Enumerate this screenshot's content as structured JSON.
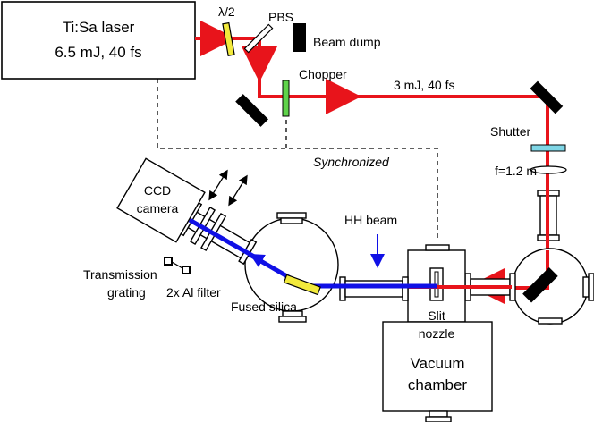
{
  "labels": {
    "laser_line1": "Ti:Sa laser",
    "laser_line2": "6.5 mJ,  40 fs",
    "half_wave": "λ/2",
    "pbs": "PBS",
    "beam_dump": "Beam dump",
    "chopper": "Chopper",
    "beam_energy": "3 mJ, 40 fs",
    "shutter": "Shutter",
    "synchronized": "Synchronized",
    "focal_length": "f=1.2 m",
    "ccd_line1": "CCD",
    "ccd_line2": "camera",
    "hh_beam": "HH beam",
    "transmission_line1": "Transmission",
    "transmission_line2": "grating",
    "al_filter": "2x Al filter",
    "fused_silica": "Fused silica",
    "slit_line1": "Slit",
    "slit_line2": "nozzle",
    "vacuum_line1": "Vacuum",
    "vacuum_line2": "chamber"
  },
  "colors": {
    "laser_beam": "#e8141b",
    "hh_beam": "#1010e6",
    "waveplate": "#f2ea3c",
    "chopper": "#5fd34a",
    "shutter": "#7fd6e6",
    "fused_silica": "#f2ea3c"
  }
}
